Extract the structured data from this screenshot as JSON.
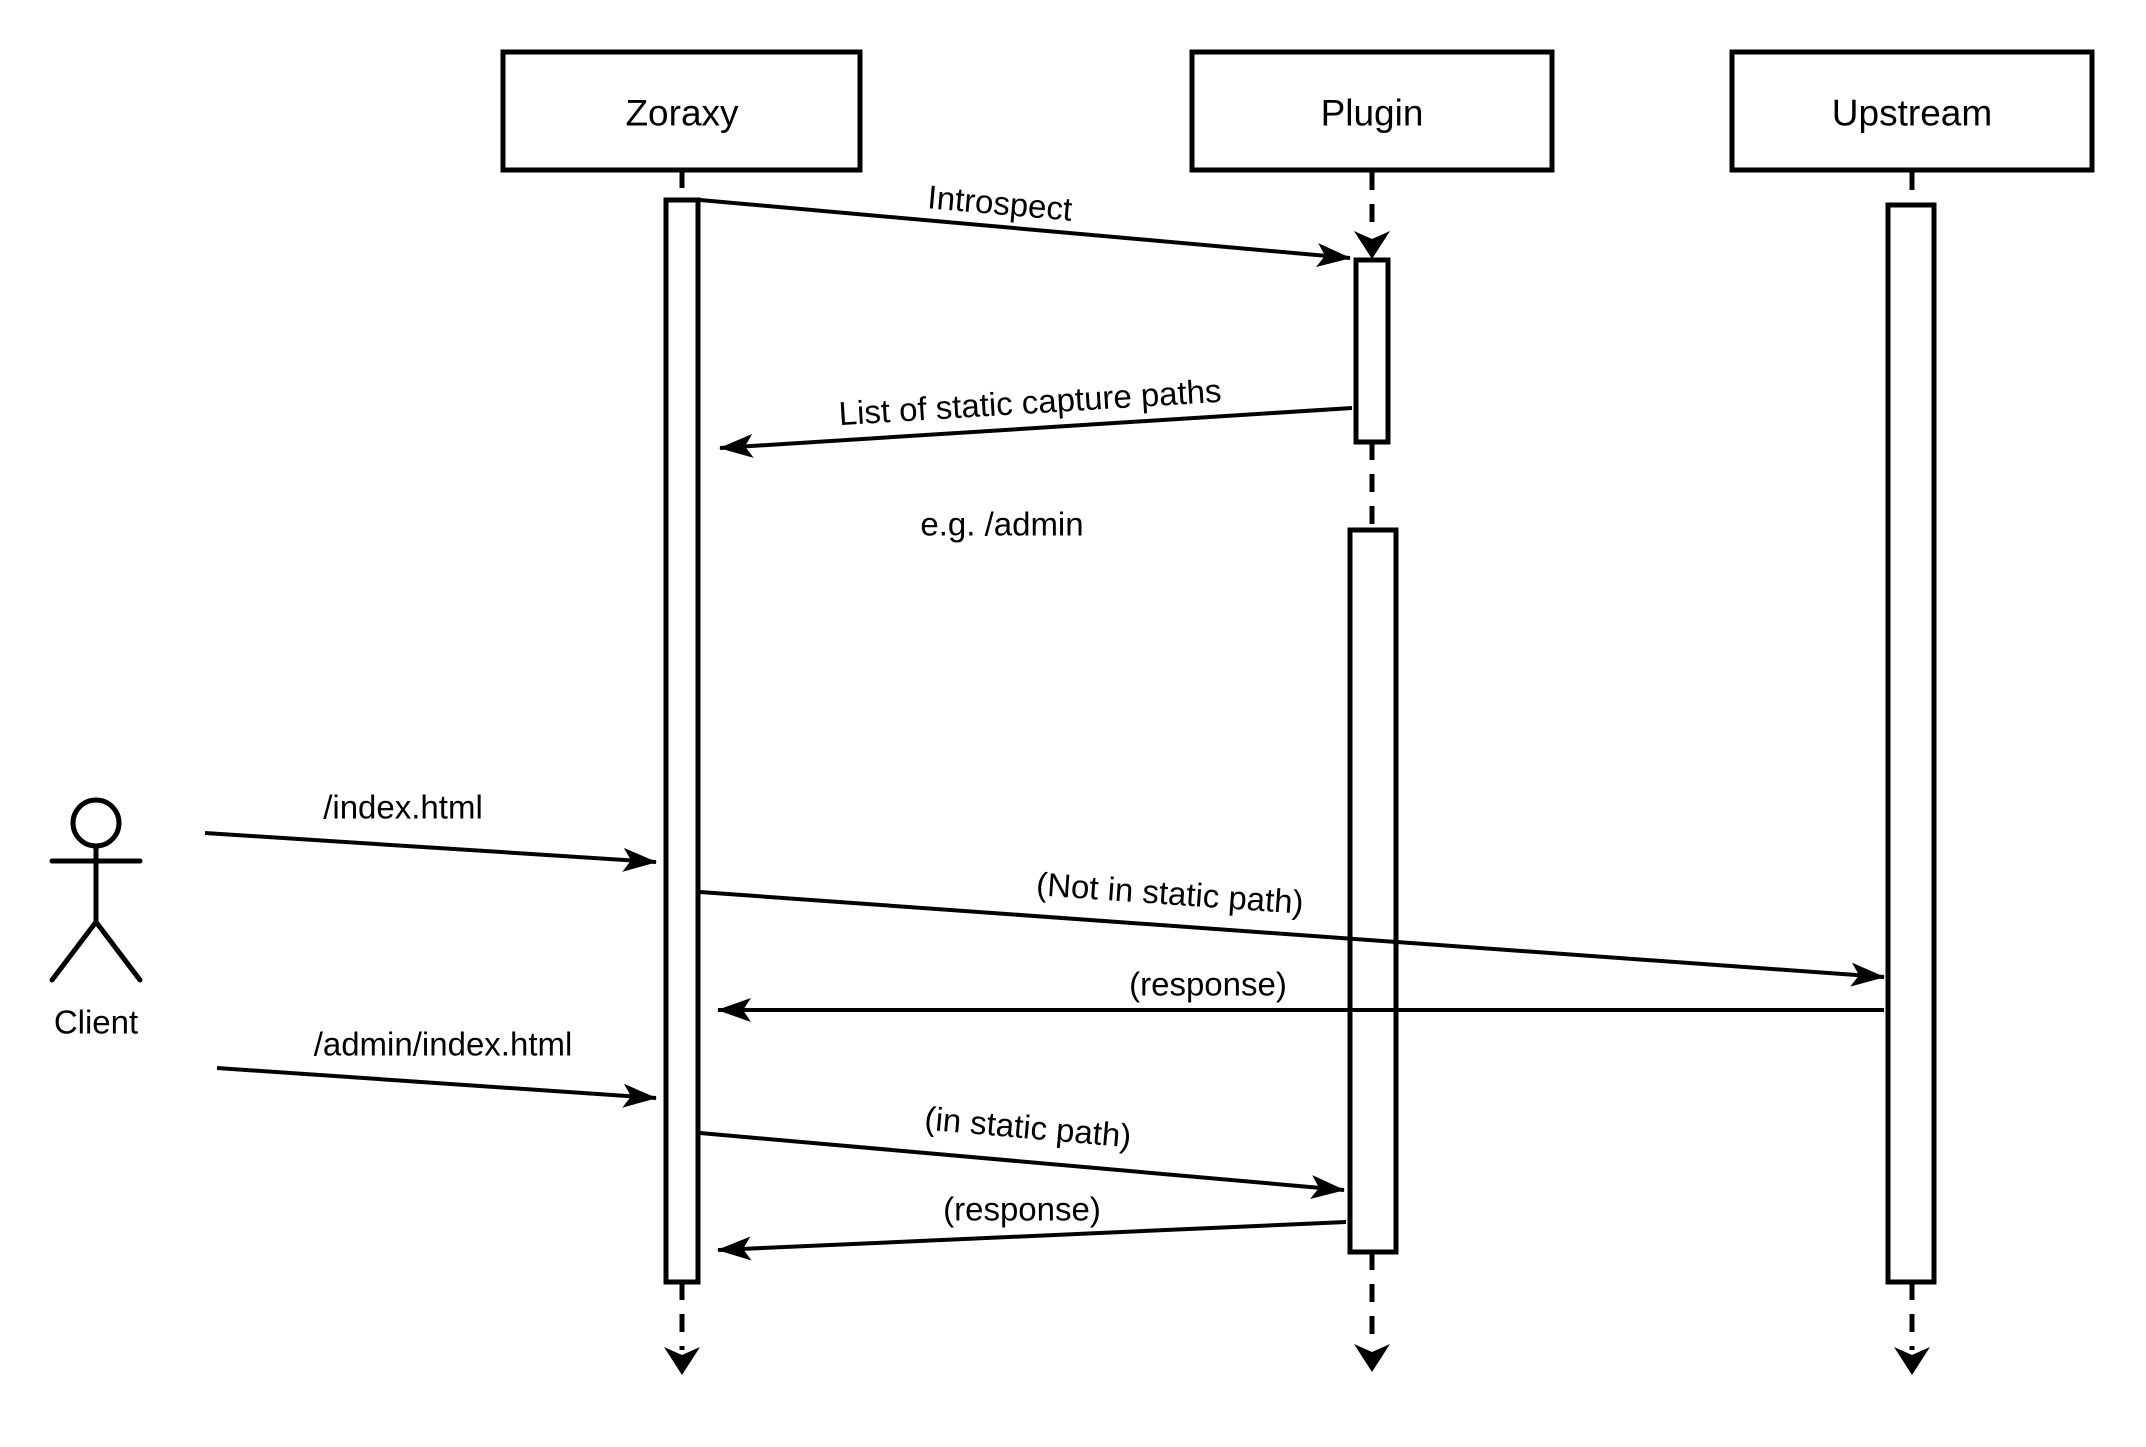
{
  "diagram": {
    "type": "uml-sequence",
    "colors": {
      "stroke": "#000000",
      "fill": "#ffffff"
    },
    "participants": [
      {
        "id": "client",
        "label": "Client",
        "kind": "actor"
      },
      {
        "id": "zoraxy",
        "label": "Zoraxy",
        "kind": "lifeline"
      },
      {
        "id": "plugin",
        "label": "Plugin",
        "kind": "lifeline"
      },
      {
        "id": "upstream",
        "label": "Upstream",
        "kind": "lifeline"
      }
    ],
    "messages": [
      {
        "label": "Introspect",
        "from": "zoraxy",
        "to": "plugin"
      },
      {
        "label": "List of static capture paths",
        "from": "plugin",
        "to": "zoraxy"
      },
      {
        "label": "e.g. /admin",
        "from": "plugin",
        "to": "zoraxy",
        "kind": "annotation"
      },
      {
        "label": "/index.html",
        "from": "client",
        "to": "zoraxy"
      },
      {
        "label": "(Not in static path)",
        "from": "zoraxy",
        "to": "upstream"
      },
      {
        "label": "(response)",
        "from": "upstream",
        "to": "zoraxy"
      },
      {
        "label": "/admin/index.html",
        "from": "client",
        "to": "zoraxy"
      },
      {
        "label": "(in static path)",
        "from": "zoraxy",
        "to": "plugin"
      },
      {
        "label": "(response)",
        "from": "plugin",
        "to": "zoraxy"
      }
    ]
  }
}
